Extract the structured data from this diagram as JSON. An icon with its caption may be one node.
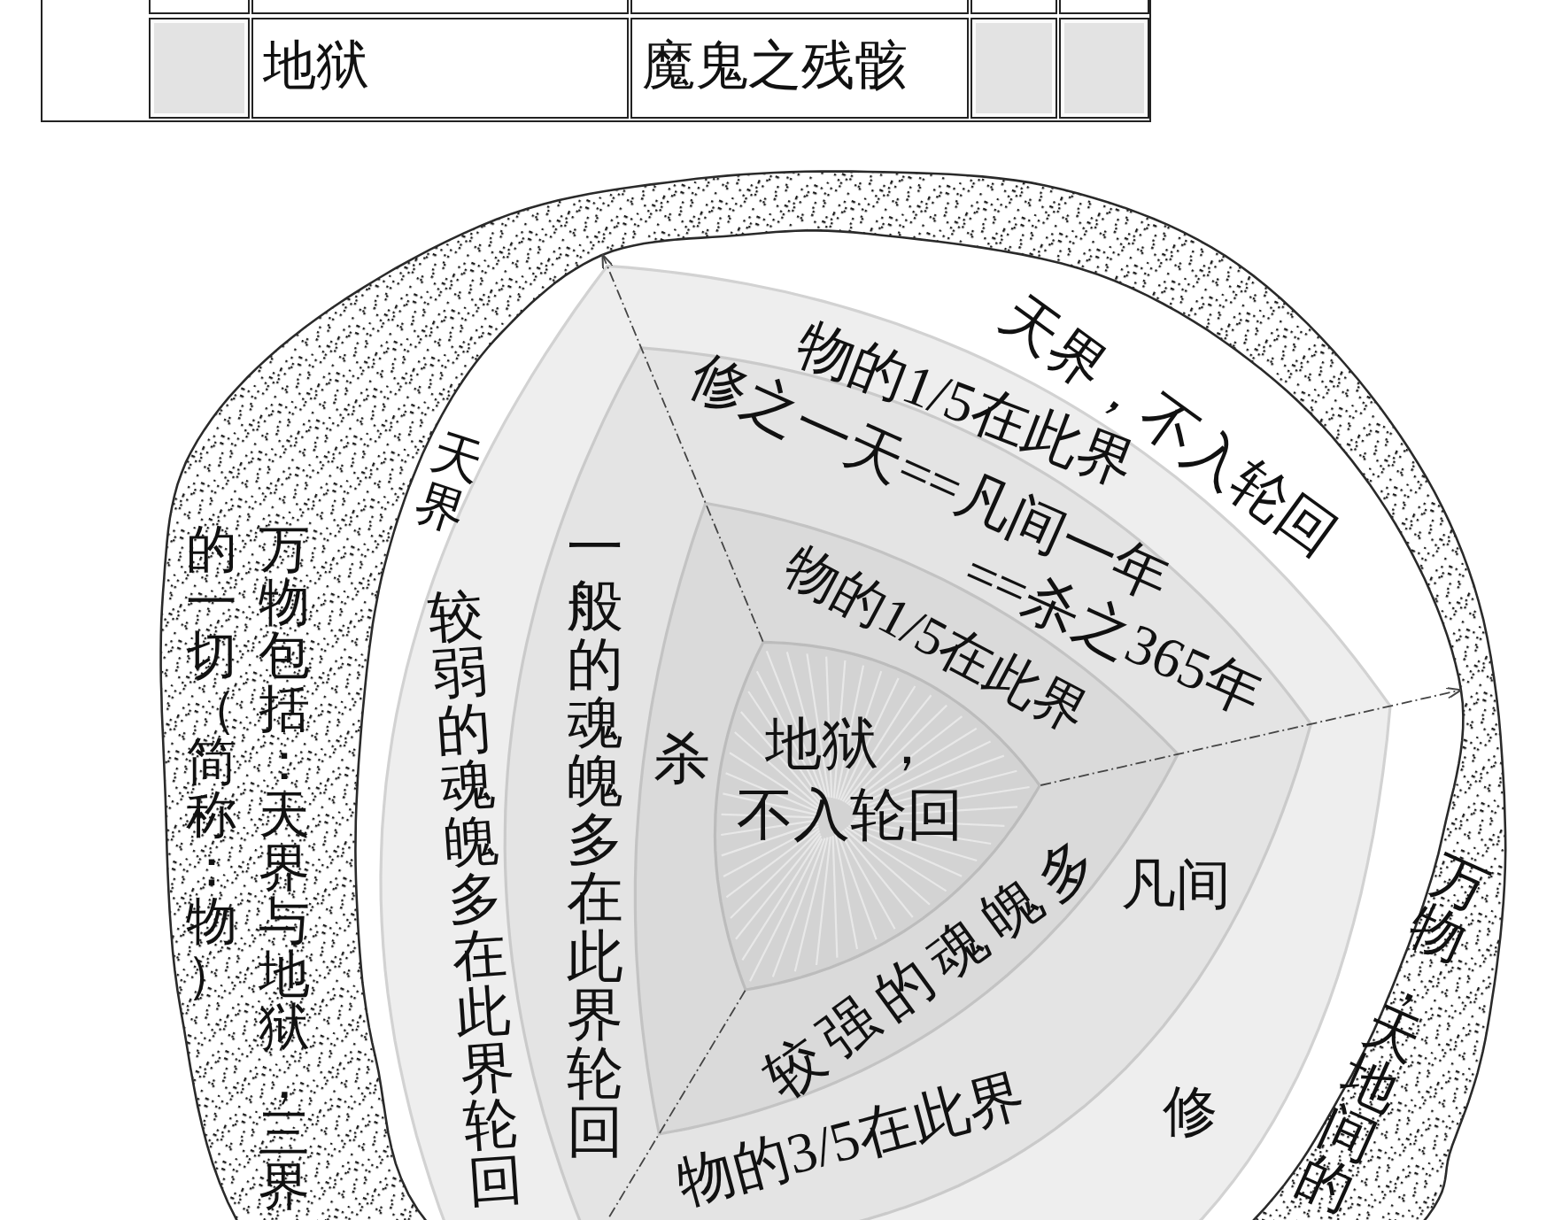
{
  "diagram": {
    "nodes": [
      {
        "text": [
          "万物包括：天界与地狱，三界的一切（简称：物）",
          "万物，天地间的"
        ]
      },
      {
        "text": [
          "天界",
          "天界，不入轮回"
        ],
        "in": 0
      },
      {
        "text": [
          "物的1/5在此界",
          "较弱的魂魄多在此界轮回",
          "修"
        ],
        "in": 1
      },
      {
        "text": [
          "修之一天==凡间一年 ==杀之365年",
          "一般的魂魄多在此界轮回",
          "凡间",
          "物的3/5在此界"
        ],
        "in": 2
      },
      {
        "text": [
          "物的1/5在此界",
          "杀",
          "较强的魂魄多"
        ],
        "in": 3
      },
      {
        "text": [
          "地狱，不入轮回"
        ],
        "in": 4
      }
    ],
    "edges": [
      {
        "from": 5,
        "to": 1,
        "arrow": "to",
        "style": "dashed"
      },
      {
        "from": 5,
        "to": 1,
        "arrow": "to",
        "style": "dashed"
      },
      {
        "from": 5,
        "to": null,
        "arrow": "none",
        "style": "dashed"
      }
    ],
    "labels": [
      "地狱",
      "魔鬼之残骸"
    ]
  }
}
